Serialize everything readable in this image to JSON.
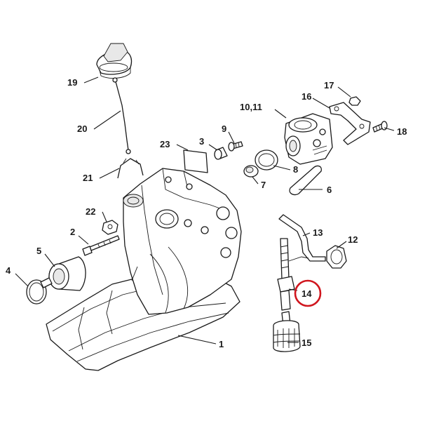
{
  "callouts": {
    "c1": "1",
    "c2": "2",
    "c3": "3",
    "c4": "4",
    "c5": "5",
    "c6": "6",
    "c7": "7",
    "c8": "8",
    "c9": "9",
    "c10_11": "10,11",
    "c12": "12",
    "c13": "13",
    "c14": "14",
    "c15": "15",
    "c16": "16",
    "c17": "17",
    "c18": "18",
    "c19": "19",
    "c20": "20",
    "c21": "21",
    "c22": "22",
    "c23": "23"
  },
  "highlight": {
    "part": "14",
    "color": "#d0161e"
  },
  "colors": {
    "line": "#1a1a1a",
    "background": "#ffffff",
    "highlight": "#d0161e"
  }
}
